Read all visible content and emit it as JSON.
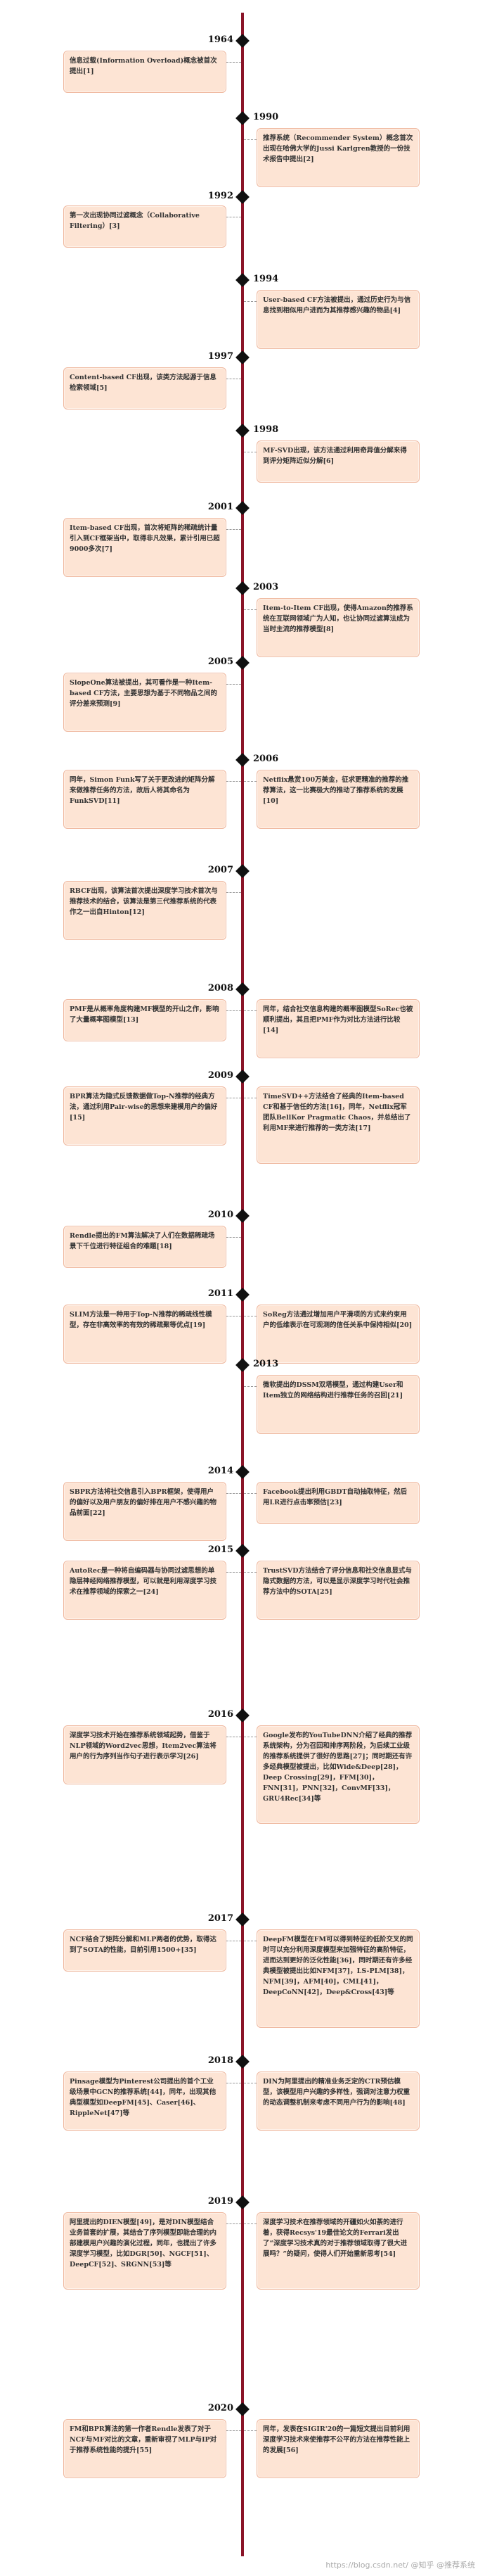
{
  "events": [
    {
      "year": "1964",
      "text": "信息过载(Information Overload)概念被首次提出[1]"
    },
    {
      "year": "1990",
      "text": "推荐系统（Recommender System）概念首次出现在哈佛大学的Jussi Karlgren教授的一份技术报告中提出[2]"
    },
    {
      "year": "1992",
      "text": "第一次出现协同过滤概念（Collaborative Filtering）[3]"
    },
    {
      "year": "1994",
      "text": "User-based CF方法被提出，通过历史行为与信息找到相似用户进而为其推荐感兴趣的物品[4]"
    },
    {
      "year": "1997",
      "text": "Content-based CF出现，该类方法起源于信息检索领域[5]"
    },
    {
      "year": "1998",
      "text": "MF-SVD出现，该方法通过利用奇异值分解来得到评分矩阵近似分解[6]"
    },
    {
      "year": "2001",
      "text": "Item-based CF出现，首次将矩阵的稀疏统计量引入到CF框架当中，取得非凡效果，累计引用已超9000多次[7]"
    },
    {
      "year": "2003",
      "text": "Item-to-Item CF出现，使得Amazon的推荐系统在互联网领域广为人知，也让协同过滤算法成为当时主流的推荐模型[8]"
    },
    {
      "year": "2005",
      "text": "SlopeOne算法被提出，其可看作是一种Item-based CF方法，主要思想为基于不同物品之间的评分差来预测[9]"
    },
    {
      "year": "2006",
      "text": "Netflix悬赏100万美金，征求更精准的推荐的推荐算法，这一比赛极大的推动了推荐系统的发展[10]"
    },
    {
      "year": "2006",
      "text": "同年，Simon Funk写了关于更改进的矩阵分解来做推荐任务的方法，故后人将其命名为FunkSVD[11]"
    },
    {
      "year": "2007",
      "text": "RBCF出现，该算法首次提出深度学习技术首次与推荐技术的结合，该算法是第三代推荐系统的代表作之一出自Hinton[12]"
    },
    {
      "year": "2008",
      "text": "PMF是从概率角度构建MF模型的开山之作，影响了大量概率图模型[13]"
    },
    {
      "year": "2008",
      "text": "同年，结合社交信息构建的概率图模型SoRec也被顺利提出，其且把PMF作为对比方法进行比较[14]"
    },
    {
      "year": "2009",
      "text": "BPR算法为隐式反馈数据做Top-N推荐的经典方法，通过利用Pair-wise的思想来建模用户的偏好[15]"
    },
    {
      "year": "2009",
      "text": "TimeSVD++方法结合了经典的Item-based CF和基于信任的方法[16]，同年，Netflix冠军团队BellKor Pragmatic Chaos，并总结出了利用MF来进行推荐的一类方法[17]"
    },
    {
      "year": "2010",
      "text": "Rendle提出的FM算法解决了人们在数据稀疏场景下千位进行特征组合的难题[18]"
    },
    {
      "year": "2011",
      "text": "SLIM方法是一种用于Top-N推荐的稀疏线性模型，存在非高效率的有效的稀疏聚等优点[19]"
    },
    {
      "year": "2011",
      "text": "SoReg方法通过增加用户平滑项的方式来约束用户的低维表示在可观测的信任关系中保持相似[20]"
    },
    {
      "year": "2013",
      "text": "微软提出的DSSM双塔模型，通过构建User和Item独立的网络结构进行推荐任务的召回[21]"
    },
    {
      "year": "2014",
      "text": "SBPR方法将社交信息引入BPR框架，使得用户的偏好以及用户朋友的偏好排在用户不感兴趣的物品前面[22]"
    },
    {
      "year": "2014",
      "text": "Facebook提出利用GBDT自动抽取特征，然后用LR进行点击率预估[23]"
    },
    {
      "year": "2015",
      "text": "AutoRec是一种将自编码器与协同过滤思想的单隐层神经网络推荐模型，可以就是利用深度学习技术在推荐领域的探索之一[24]"
    },
    {
      "year": "2015",
      "text": "TrustSVD方法结合了评分信息和社交信息显式与隐式数据的方法，可以是显示深度学习时代社会推荐方法中的SOTA[25]"
    },
    {
      "year": "2016",
      "text": "深度学习技术开始在推荐系统领域起势，借鉴于NLP领域的Word2vec思想，Item2vec算法将用户的行为序列当作句子进行表示学习[26]"
    },
    {
      "year": "2016",
      "text": "Google发布的YouTubeDNN介绍了经典的推荐系统架构，分为召回和排序两阶段，为后续工业级的推荐系统提供了很好的思路[27]；同时期还有许多经典模型被提出，比如Wide&Deep[28]，Deep Crossing[29]，FFM[30]，FNN[31]，PNN[32]，ConvMF[33]，GRU4Rec[34]等"
    },
    {
      "year": "2017",
      "text": "NCF结合了矩阵分解和MLP两者的优势，取得达到了SOTA的性能，目前引用1500+[35]"
    },
    {
      "year": "2017",
      "text": "DeepFM模型在FM可以得到特征的低阶交叉的同时可以充分利用深度模型来加强特征的高阶特征，进而达到更好的泛化性能[36]，同时期还有许多经典模型被提出比如NFM[37]，LS-PLM[38]，NFM[39]，AFM[40]，CML[41]，DeepCoNN[42]，Deep&Cross[43]等"
    },
    {
      "year": "2018",
      "text": "Pinsage模型为Pinterest公司提出的首个工业级场景中GCN的推荐系统[44]，同年，出现其他典型模型如DeepFM[45]、Caser[46]、RippleNet[47]等"
    },
    {
      "year": "2018",
      "text": "DIN为阿里提出的精准业务乏定的CTR预估模型，该模型用户兴趣的多样性，强调对注意力权重的动态调整机制来考虑不同用户行为的影响[48]"
    },
    {
      "year": "2019",
      "text": "阿里提出的DIEN模型[49]，是对DIN模型结合业务首套的扩展，其结合了序列模型即能合理的内部建模用户兴趣的演化过程，同年，也提出了许多深度学习模型，比如DGR[50]、NGCF[51]、DeepCF[52]、SRGNN[53]等"
    },
    {
      "year": "2019",
      "text": "深度学习技术在推荐领域的开疆如火如荼的进行着，获得Recsys'19最佳论文的Ferrari发出了“深度学习技术真的对于推荐领域取得了很大进展吗？”的疑问，使得人们开始重新思考[54]"
    },
    {
      "year": "2020",
      "text": "FM和BPR算法的第一作者Rendle发表了对于NCF与MF对比的文章，重新审视了MLP与IP对于推荐系统性能的提升[55]"
    },
    {
      "year": "2020",
      "text": "同年，发表在SIGIR'20的一篇短文提出目前利用深度学习技术来使推荐不公平的方法在推荐性能上的发展[56]"
    }
  ],
  "watermark": "https://blog.csdn.net/ @知乎 @推荐系统"
}
